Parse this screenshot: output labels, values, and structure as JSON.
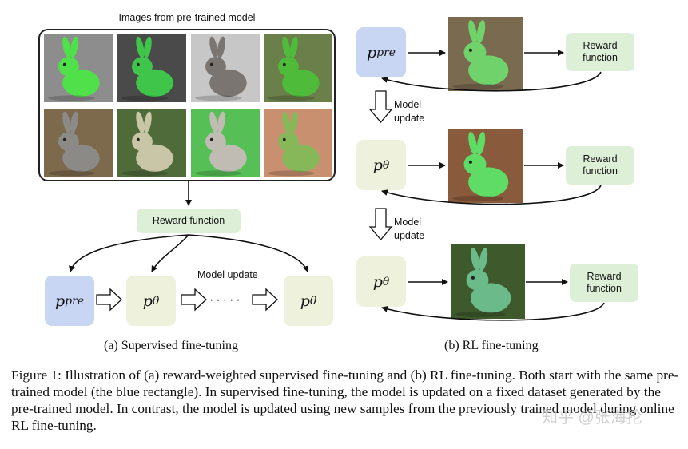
{
  "supervised": {
    "frame_title": "Images from pre-trained model",
    "images": [
      {
        "name": "img-green-rabbit-1",
        "bg": "#8d8d8d",
        "body": "#4fe04a"
      },
      {
        "name": "img-green-rabbit-2",
        "bg": "#4a4a4a",
        "body": "#3fc54a"
      },
      {
        "name": "img-gray-rabbit-1",
        "bg": "#c7c7c7",
        "body": "#7a7570"
      },
      {
        "name": "img-green-rabbit-3",
        "bg": "#6b7f4a",
        "body": "#4fbb3a"
      },
      {
        "name": "img-green-gray-rabbit-1",
        "bg": "#7d6a4c",
        "body": "#8c8a87"
      },
      {
        "name": "img-cream-rabbit-1",
        "bg": "#4f6b3a",
        "body": "#c9c6a8"
      },
      {
        "name": "img-sketch-rabbit-1",
        "bg": "#56c056",
        "body": "#c0bcb4"
      },
      {
        "name": "img-green-painted-rabbit-1",
        "bg": "#c99070",
        "body": "#86b85a"
      }
    ],
    "reward_label": "Reward function",
    "p_pre": "p",
    "p_pre_sub": "pre",
    "p_theta": "p",
    "p_theta_sub": "θ",
    "model_update_label": "Model update",
    "subcaption": "(a)  Supervised fine-tuning"
  },
  "rl": {
    "rows": [
      {
        "p": "p",
        "sub": "pre",
        "reward": "Reward\nfunction",
        "image": "img-rl-rabbit-1"
      },
      {
        "p": "p",
        "sub": "θ",
        "reward": "Reward\nfunction",
        "image": "img-rl-rabbit-2"
      },
      {
        "p": "p",
        "sub": "θ",
        "reward": "Reward\nfunction",
        "image": "img-rl-rabbit-3"
      }
    ],
    "model_update_1": "Model\nupdate",
    "model_update_2": "Model\nupdate",
    "subcaption": "(b)  RL fine-tuning"
  },
  "caption": "Figure 1: Illustration of (a) reward-weighted supervised fine-tuning and (b) RL fine-tuning. Both start with the same pre-trained model (the blue rectangle). In supervised fine-tuning, the model is updated on a fixed dataset generated by the pre-trained model. In contrast, the model is updated using new samples from the previously trained model during online RL fine-tuning.",
  "watermark": "知乎 @张海抡",
  "colors": {
    "pre_box": "#c8d6f3",
    "theta_box": "#eef2dc",
    "reward_box": "#deefd8"
  }
}
